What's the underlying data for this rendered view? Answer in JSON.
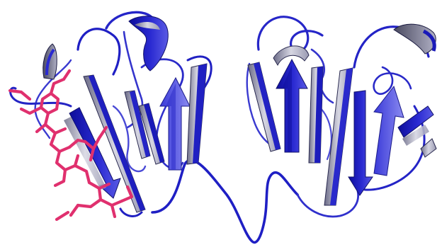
{
  "image": {
    "subject": "protein-ribbon-structure",
    "style": "cartoon",
    "background": "#ffffff",
    "colors": {
      "ribbon_dark": "#1a1ab8",
      "ribbon_mid": "#2f2fd0",
      "ribbon_light": "#6c6ce6",
      "sheet_shadow": "#8a8aa8",
      "sheet_highlight": "#e8e8f0",
      "ligand": "#e0306e"
    },
    "domains": [
      {
        "id": "left-domain",
        "has_ligand": true
      },
      {
        "id": "right-domain",
        "has_ligand": false
      }
    ]
  }
}
